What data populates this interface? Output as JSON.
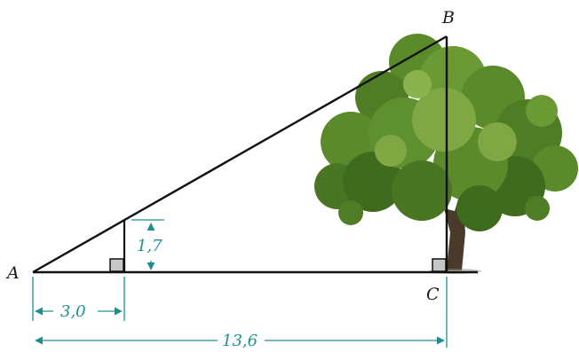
{
  "figure": {
    "points": {
      "A": "A",
      "B": "B",
      "C": "C"
    },
    "dimensions": {
      "short_base": "3,0",
      "short_height": "1,7",
      "long_base": "13,6"
    },
    "colors": {
      "line": "#111111",
      "dimension": "#1d8f8f",
      "right_angle_fill": "#c7c7c7",
      "foliage_dark": "#3f6b1f",
      "foliage_mid": "#5a8a2a",
      "foliage_light": "#7fa845",
      "trunk": "#4a3a2a"
    },
    "icons": {
      "tree": "tree-photo",
      "right_angle": "right-angle-marker"
    }
  }
}
